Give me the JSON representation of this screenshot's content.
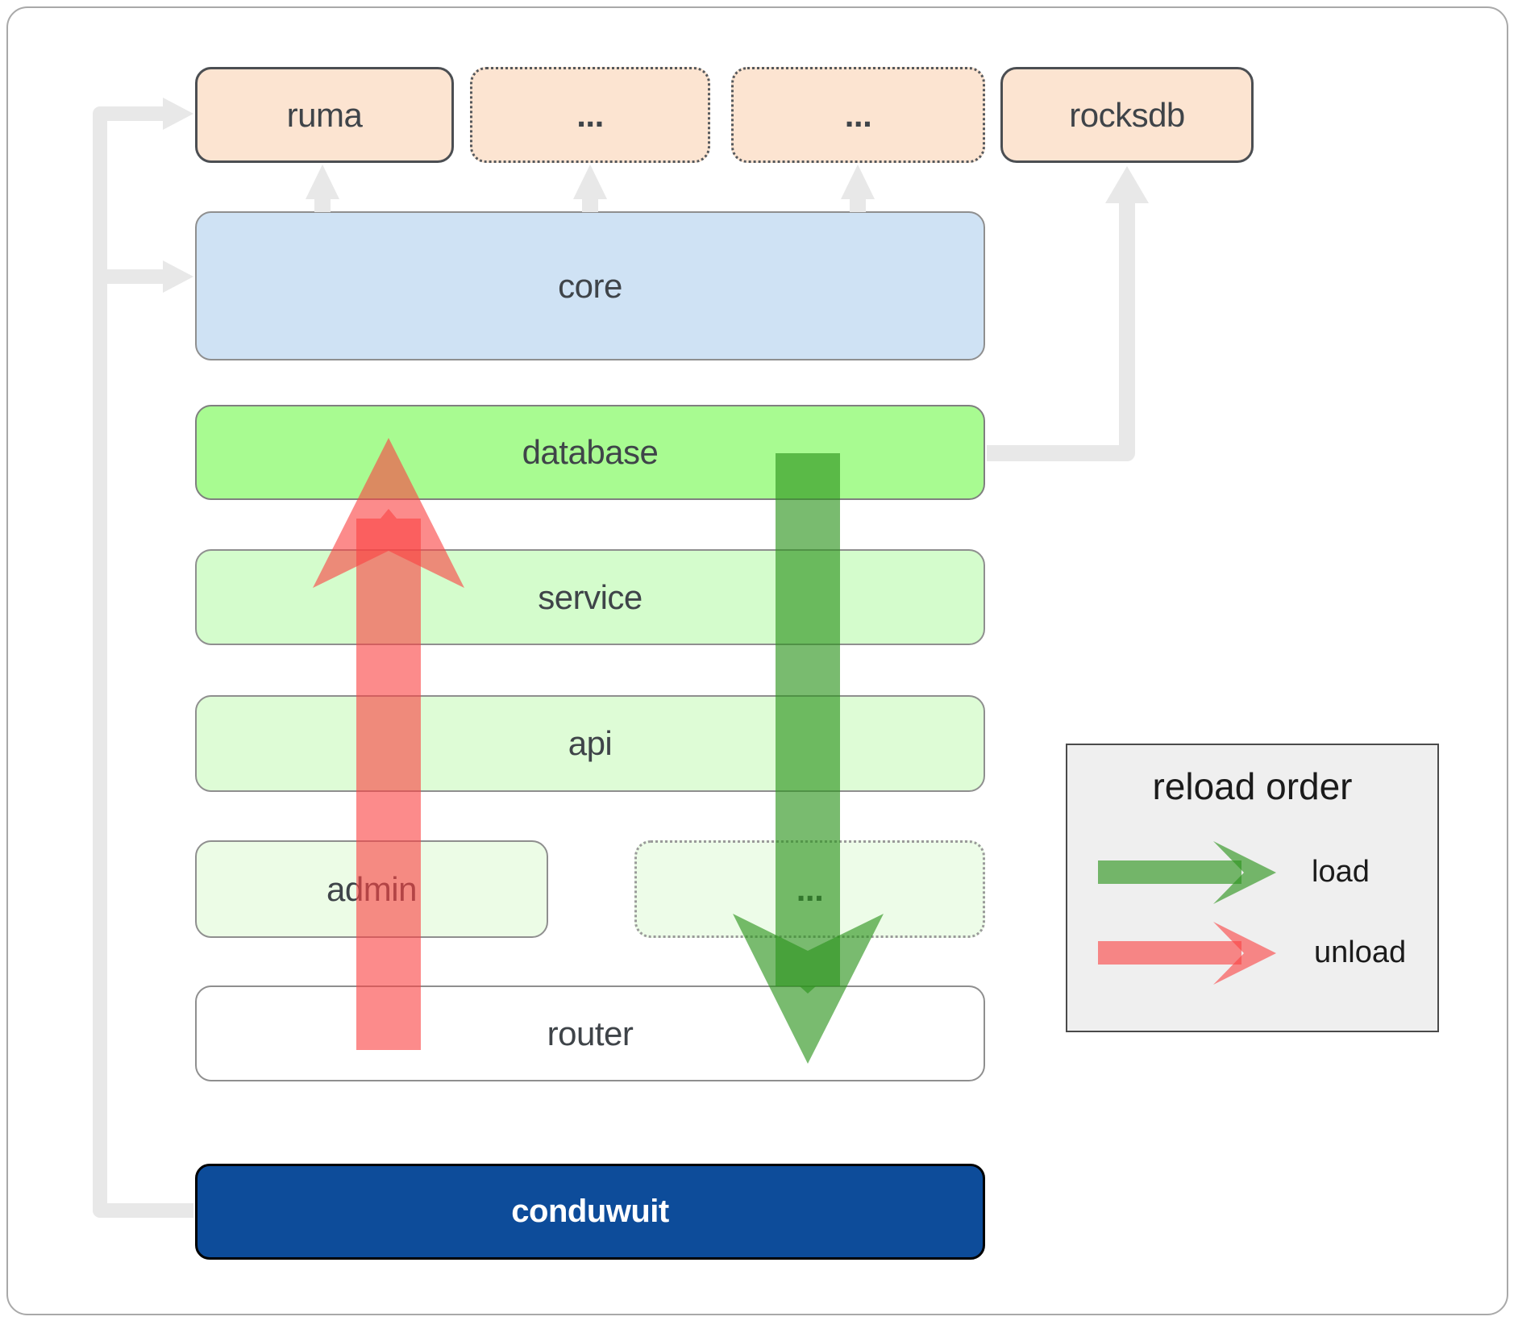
{
  "diagram": {
    "top_row": {
      "ruma": "ruma",
      "ellipsis1": "...",
      "ellipsis2": "...",
      "rocksdb": "rocksdb"
    },
    "layers": {
      "core": "core",
      "database": "database",
      "service": "service",
      "api": "api",
      "admin": "admin",
      "ellipsis3": "...",
      "router": "router",
      "conduwuit": "conduwuit"
    }
  },
  "legend": {
    "title": "reload order",
    "load_label": "load",
    "unload_label": "unload"
  },
  "colors": {
    "load_arrow": "#2e941e",
    "unload_arrow": "#fa4444",
    "connector_gray": "#e8e8e8",
    "conduwuit_bg": "#0d4c9a",
    "database_fill": "#a8fb91",
    "core_fill": "#cfe2f4",
    "crate_fill": "#fce4d1",
    "legend_bg": "#efefef"
  }
}
